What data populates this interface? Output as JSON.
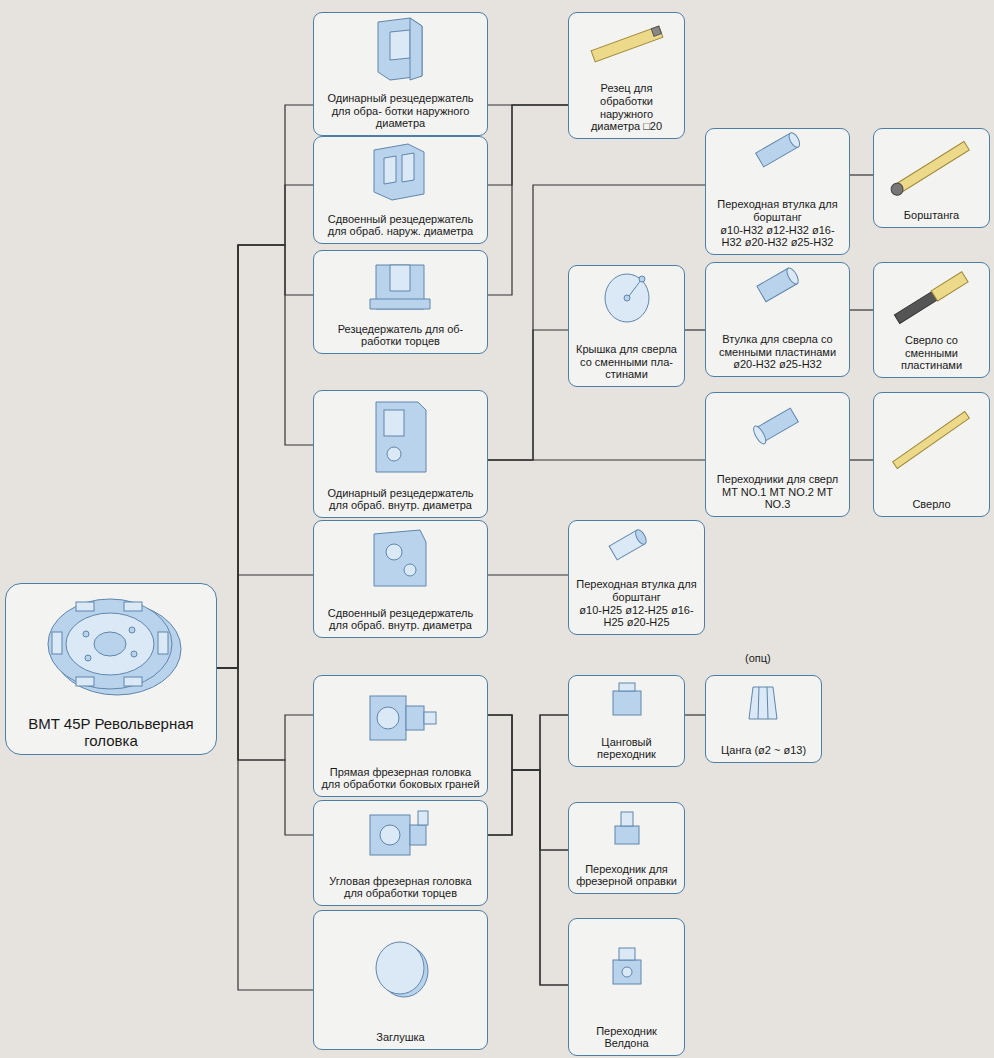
{
  "diagram": {
    "nodes": [
      {
        "text": [
          "BMT 45P Револьверная головка"
        ]
      },
      {
        "text": [
          "Одинарный резцедержатель для обра- ботки наружного диаметра"
        ]
      },
      {
        "text": [
          "Резец для обработки наружного диаметра □20"
        ]
      },
      {
        "text": [
          "Сдвоенный резцедержатель для обраб. наруж. диаметра"
        ]
      },
      {
        "text": [
          "Резцедержатель для об- работки торцев"
        ]
      },
      {
        "text": [
          "Переходная втулка для борштанг",
          "ø10-H32 ø12-H32 ø16-H32 ø20-H32 ø25-H32"
        ]
      },
      {
        "text": [
          "Борштанга"
        ]
      },
      {
        "text": [
          "Крышка для сверла со сменными пла- стинами"
        ]
      },
      {
        "text": [
          "Втулка для сверла со сменными пластинами",
          "ø20-H32 ø25-H32"
        ]
      },
      {
        "text": [
          "Сверло со сменными пластинами"
        ]
      },
      {
        "text": [
          "Одинарный резцедержатель для обраб. внутр. диаметра"
        ]
      },
      {
        "text": [
          "Переходники для сверл",
          "MT NO.1 MT NO.2 MT NO.3"
        ]
      },
      {
        "text": [
          "Сверло"
        ]
      },
      {
        "text": [
          "Сдвоенный резцедержатель для обраб. внутр. диаметра"
        ]
      },
      {
        "text": [
          "Переходная втулка для борштанг",
          "ø10-H25 ø12-H25 ø16-H25 ø20-H25"
        ]
      },
      {
        "text": [
          "Прямая фрезерная головка для обработки боковых граней"
        ]
      },
      {
        "text": [
          "Цанговый переходник"
        ]
      },
      {
        "text": [
          "Цанга (ø2 ~ ø13)"
        ]
      },
      {
        "text": [
          "Угловая фрезерная головка для обработки торцев"
        ]
      },
      {
        "text": [
          "Переходник для фрезерной оправки"
        ]
      },
      {
        "text": [
          "Заглушка"
        ]
      },
      {
        "text": [
          "Переходник Велдона"
        ]
      }
    ],
    "edges": [
      {
        "from": 0,
        "to": 1,
        "arrow": "none"
      },
      {
        "from": 0,
        "to": 3,
        "arrow": "none"
      },
      {
        "from": 0,
        "to": 4,
        "arrow": "none"
      },
      {
        "from": 0,
        "to": 10,
        "arrow": "none"
      },
      {
        "from": 0,
        "to": 13,
        "arrow": "none"
      },
      {
        "from": 0,
        "to": 15,
        "arrow": "none"
      },
      {
        "from": 0,
        "to": 18,
        "arrow": "none"
      },
      {
        "from": 0,
        "to": 20,
        "arrow": "none"
      },
      {
        "from": 1,
        "to": 2,
        "arrow": "none"
      },
      {
        "from": 3,
        "to": 2,
        "arrow": "none"
      },
      {
        "from": 4,
        "to": 2,
        "arrow": "none"
      },
      {
        "from": 10,
        "to": 5,
        "arrow": "none"
      },
      {
        "from": 10,
        "to": 7,
        "arrow": "none"
      },
      {
        "from": 10,
        "to": 11,
        "arrow": "none"
      },
      {
        "from": 5,
        "to": 6,
        "arrow": "none"
      },
      {
        "from": 7,
        "to": 8,
        "arrow": "none"
      },
      {
        "from": 8,
        "to": 9,
        "arrow": "none"
      },
      {
        "from": 11,
        "to": 12,
        "arrow": "none"
      },
      {
        "from": 13,
        "to": 14,
        "arrow": "none"
      },
      {
        "from": 15,
        "to": 16,
        "arrow": "none"
      },
      {
        "from": 15,
        "to": 19,
        "arrow": "none"
      },
      {
        "from": 15,
        "to": 21,
        "arrow": "none"
      },
      {
        "from": 18,
        "to": 16,
        "arrow": "none"
      },
      {
        "from": 18,
        "to": 19,
        "arrow": "none"
      },
      {
        "from": 18,
        "to": 21,
        "arrow": "none"
      },
      {
        "from": 16,
        "to": 17,
        "arrow": "none"
      }
    ],
    "labels": [
      "(опц)"
    ]
  }
}
